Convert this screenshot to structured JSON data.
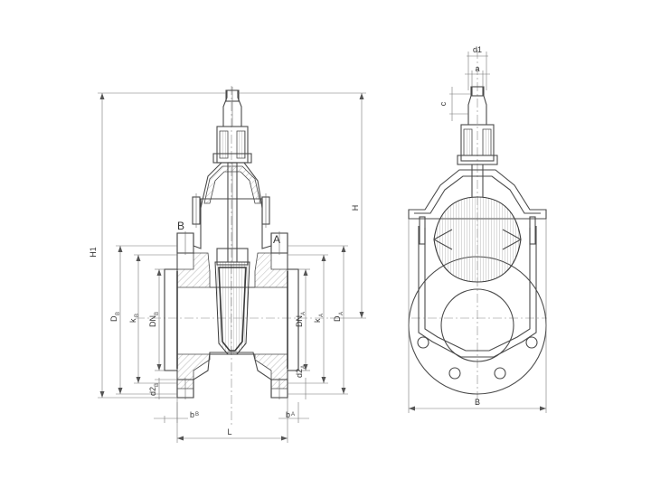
{
  "labels": {
    "H1": "H1",
    "H": "H",
    "L": "L",
    "B_width": "B",
    "B_flange": "B",
    "A_flange": "A",
    "DB_main": "D",
    "DB_sub": "B",
    "kB_main": "k",
    "kB_sub": "B",
    "DNB_main": "DN",
    "DNB_sub": "B",
    "DNA_main": "DN",
    "DNA_sub": "A",
    "kA_main": "k",
    "kA_sub": "A",
    "DA_main": "D",
    "DA_sub": "A",
    "d2B_main": "d2",
    "d2B_sub": "B",
    "d2A_main": "d2",
    "d2A_sub": "A",
    "bB_main": "b",
    "bB_sub": "B",
    "bA_main": "b",
    "bA_sub": "A",
    "d1": "d1",
    "a": "a",
    "c": "c"
  },
  "colors": {
    "line": "#4a4a4a",
    "dimension": "#777777",
    "background": "#ffffff"
  }
}
